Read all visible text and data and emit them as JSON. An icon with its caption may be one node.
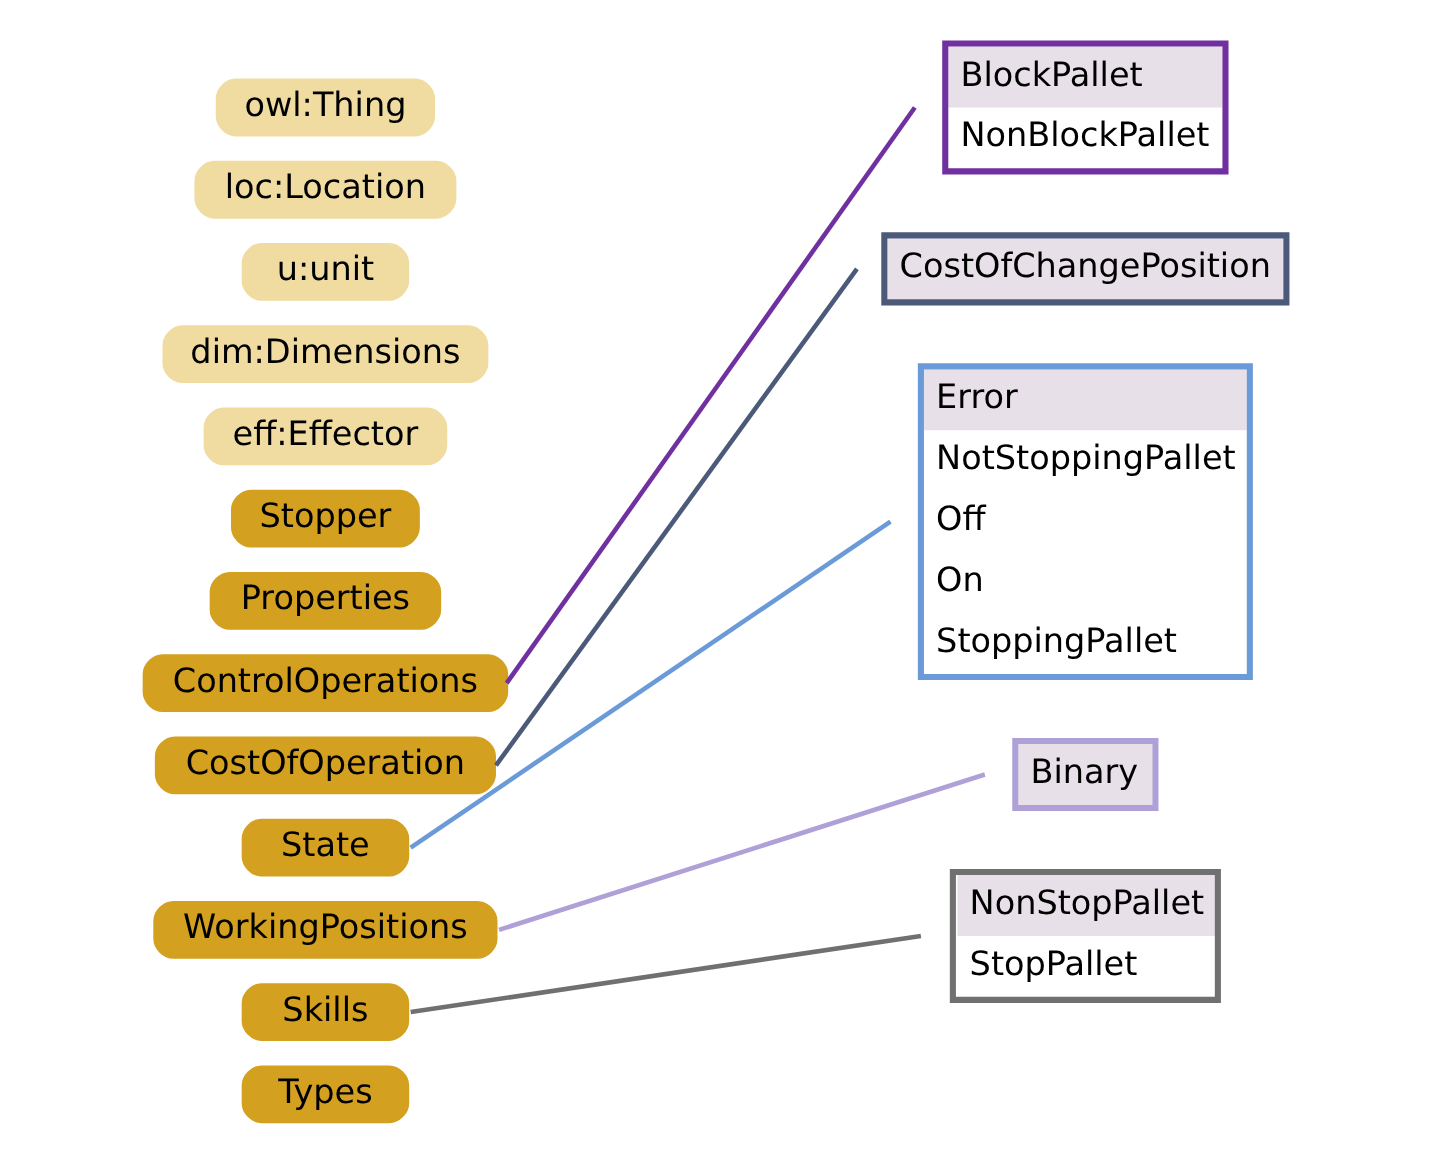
{
  "diagram": {
    "nodes": [
      {
        "text": [
          "owl:Thing"
        ]
      },
      {
        "text": [
          "loc:Location"
        ]
      },
      {
        "text": [
          "u:unit"
        ]
      },
      {
        "text": [
          "dim:Dimensions"
        ]
      },
      {
        "text": [
          "eff:Effector"
        ]
      },
      {
        "text": [
          "Stopper"
        ]
      },
      {
        "text": [
          "Properties"
        ]
      },
      {
        "text": [
          "ControlOperations"
        ]
      },
      {
        "text": [
          "CostOfOperation"
        ]
      },
      {
        "text": [
          "State"
        ]
      },
      {
        "text": [
          "WorkingPositions"
        ]
      },
      {
        "text": [
          "Skills"
        ]
      },
      {
        "text": [
          "Types"
        ]
      },
      {
        "text": [
          "BlockPallet",
          "NonBlockPallet"
        ]
      },
      {
        "text": [
          "CostOfChangePosition"
        ]
      },
      {
        "text": [
          "Error",
          "NotStoppingPallet",
          "Off",
          "On",
          "StoppingPallet"
        ]
      },
      {
        "text": [
          "Binary"
        ]
      },
      {
        "text": [
          "NonStopPallet",
          "StopPallet"
        ]
      }
    ],
    "edges": [
      {
        "from": 7,
        "to": 13,
        "arrow": "none",
        "color": "#7030a0"
      },
      {
        "from": 8,
        "to": 14,
        "arrow": "none",
        "color": "#4a5a78"
      },
      {
        "from": 9,
        "to": 15,
        "arrow": "none",
        "color": "#6a9ad8"
      },
      {
        "from": 10,
        "to": 16,
        "arrow": "none",
        "color": "#b0a0d8"
      },
      {
        "from": 11,
        "to": 17,
        "arrow": "none",
        "color": "#707070"
      }
    ]
  }
}
